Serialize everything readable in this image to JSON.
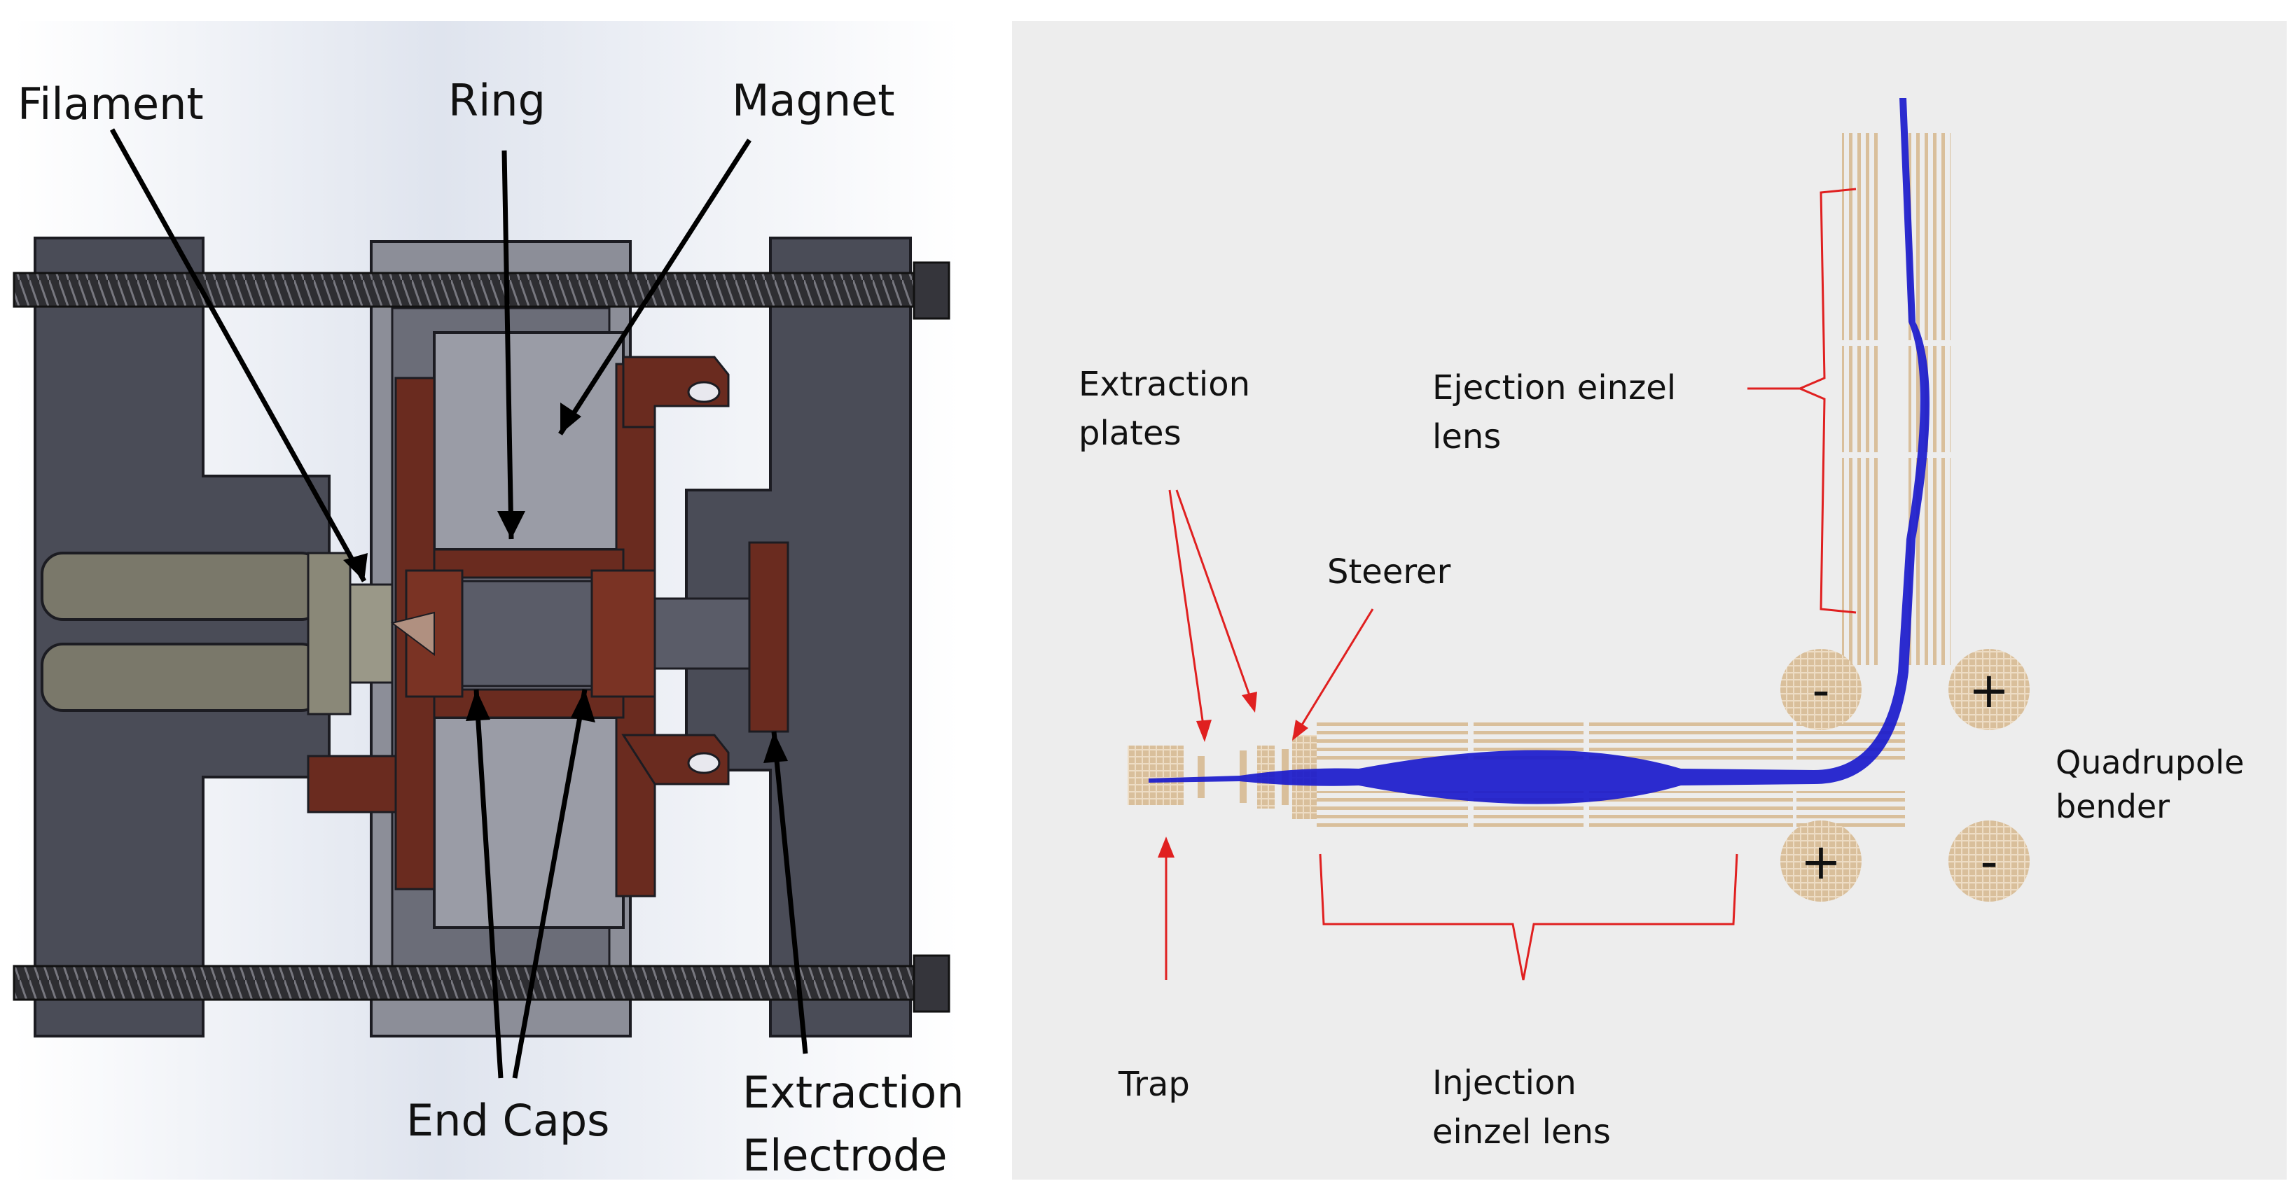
{
  "left_diagram": {
    "labels": {
      "filament": "Filament",
      "ring": "Ring",
      "magnet": "Magnet",
      "end_caps": "End Caps",
      "extraction_electrode_line1": "Extraction",
      "extraction_electrode_line2": "Electrode"
    },
    "colors": {
      "frame_dark": "#4a4c57",
      "frame_mid": "#6b6d78",
      "copper": "#6a2b1f",
      "rod": "#2e2e32",
      "filament_body": "#7a786a"
    }
  },
  "right_diagram": {
    "labels": {
      "extraction_plates_line1": "Extraction",
      "extraction_plates_line2": "plates",
      "steerer": "Steerer",
      "ejection_line1": "Ejection einzel",
      "ejection_line2": "lens",
      "quadrupole_line1": "Quadrupole",
      "quadrupole_line2": "bender",
      "trap": "Trap",
      "injection_line1": "Injection",
      "injection_line2": "einzel lens",
      "minus": "-",
      "plus": "+"
    },
    "colors": {
      "background": "#ededed",
      "electrode": "#d9bf9b",
      "beam": "#1a1acc",
      "annotation": "#e02020"
    }
  }
}
